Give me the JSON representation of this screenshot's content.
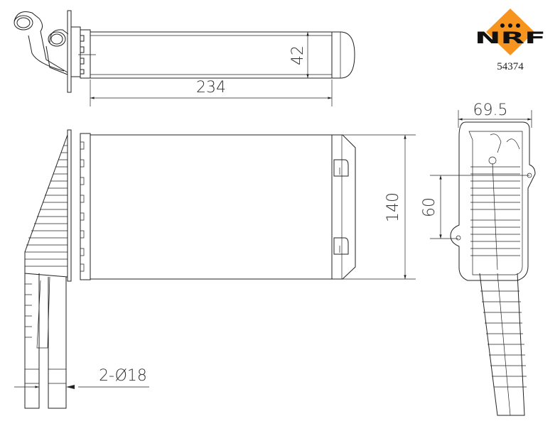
{
  "logo": {
    "brand": "NRF",
    "diamond_color": "#F7941D",
    "text_color": "#111111"
  },
  "part_number": "54374",
  "dimensions": {
    "height_top": "42",
    "length": "234",
    "core_height": "140",
    "depth": "69.5",
    "mount_spacing": "60",
    "pipes": "2-Ø18"
  }
}
